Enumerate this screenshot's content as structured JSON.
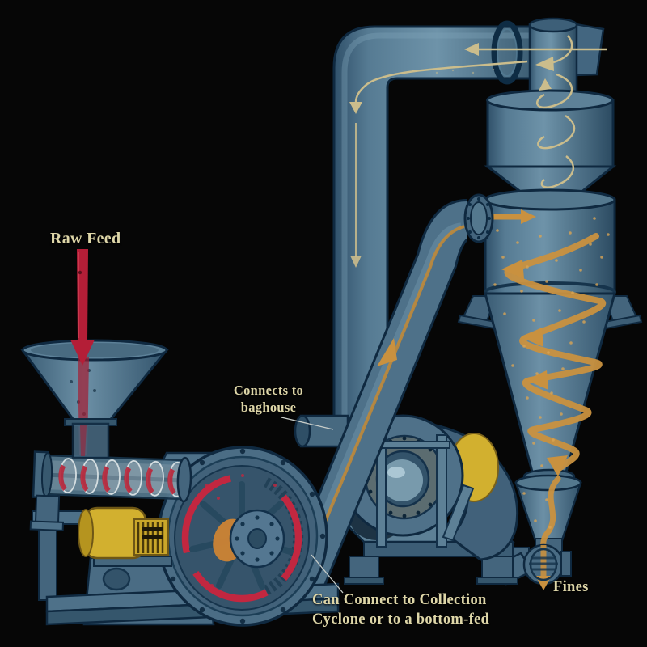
{
  "title": "Hammer mill grinding and pneumatic conveying system with cyclone separator",
  "background": "#060606",
  "labels": {
    "raw_feed": "Raw Feed",
    "baghouse_line1": "Connects to",
    "baghouse_line2": "baghouse",
    "collection_line1": "Can Connect to Collection",
    "collection_line2": "Cyclone or to a bottom-fed",
    "fines": "Fines"
  },
  "colors": {
    "background": "#060606",
    "label_text": "#ded6a8",
    "steel": "#4e7189",
    "steel_light": "#7fa3b8",
    "steel_dark": "#2e4f68",
    "outline": "#0f2940",
    "gold_arrow": "#c9913f",
    "pale_arrow": "#cbbd8c",
    "feed_red": "#b41e37",
    "motor_yellow": "#d2b02f",
    "hub_orange": "#cd8434",
    "screen_red": "#c22740"
  },
  "components": [
    "feed-hopper",
    "screw-feeder",
    "mill-motor",
    "hammer-mill",
    "centrifugal-blower",
    "blower-motor",
    "conveying-pipe",
    "primary-cyclone",
    "secondary-cyclone",
    "exhaust-pipe",
    "rotary-airlock-valve",
    "baghouse-outlet",
    "fines-discharge"
  ]
}
